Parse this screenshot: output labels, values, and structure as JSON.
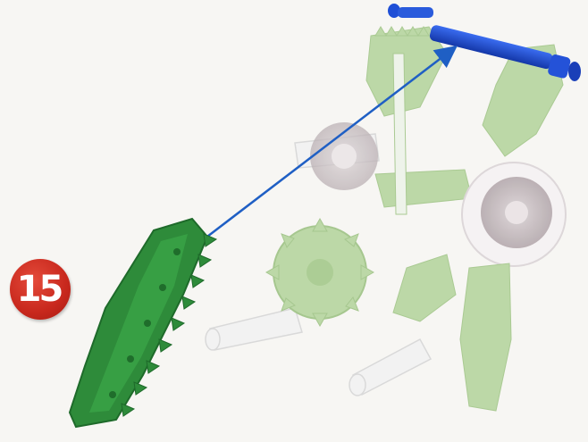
{
  "step": {
    "number": "15"
  },
  "colors": {
    "background": "#f7f6f3",
    "badge": "#c8281d",
    "new_part": "#2e8b3a",
    "arrow": "#1f5fc4",
    "rod": "#1f4fd6",
    "faded_green": "#b9d7a3",
    "faded_gear": "#cfc4c8"
  },
  "parts": {
    "new_part": "green-gear-rack-segment",
    "target": "blue-rod",
    "assembly": "faded-partial-assembly"
  }
}
